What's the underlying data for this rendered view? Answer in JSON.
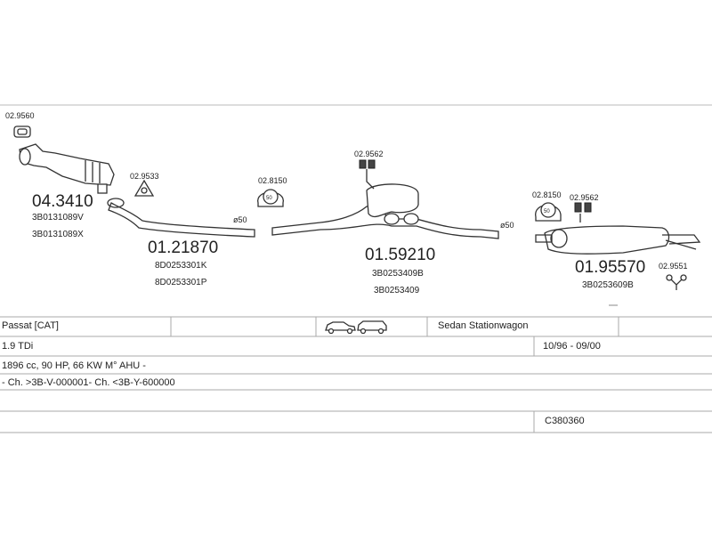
{
  "parts": {
    "clamp_1": "02.9560",
    "clamp_2": "02.9533",
    "clamp_3": "02.8150",
    "hanger_1": "02.9562",
    "clamp_4": "02.8150",
    "hanger_2": "02.9562",
    "hanger_3": "02.9551",
    "catalyst": {
      "code": "04.3410",
      "refs": [
        "3B0131089V",
        "3B0131089X"
      ]
    },
    "front_pipe": {
      "code": "01.21870",
      "refs": [
        "8D0253301K",
        "8D0253301P"
      ],
      "diameter": "ø50"
    },
    "middle_silencer": {
      "code": "01.59210",
      "refs": [
        "3B0253409B",
        "3B0253409"
      ],
      "diameter": "ø50"
    },
    "rear_silencer": {
      "code": "01.95570",
      "refs": [
        "3B0253609B"
      ]
    }
  },
  "vehicle": {
    "model": "Passat  [CAT]",
    "body_types": "Sedan  Stationwagon",
    "engine": "1.9 TDi",
    "years": "10/96 - 09/00",
    "specs": "1896 cc, 90 HP, 66 KW  M° AHU -",
    "chassis": "- Ch. >3B-V-000001- Ch. <3B-Y-600000",
    "diagram_code": "C380360"
  },
  "icons": [
    "sedan-car-icon",
    "stationwagon-car-icon"
  ]
}
